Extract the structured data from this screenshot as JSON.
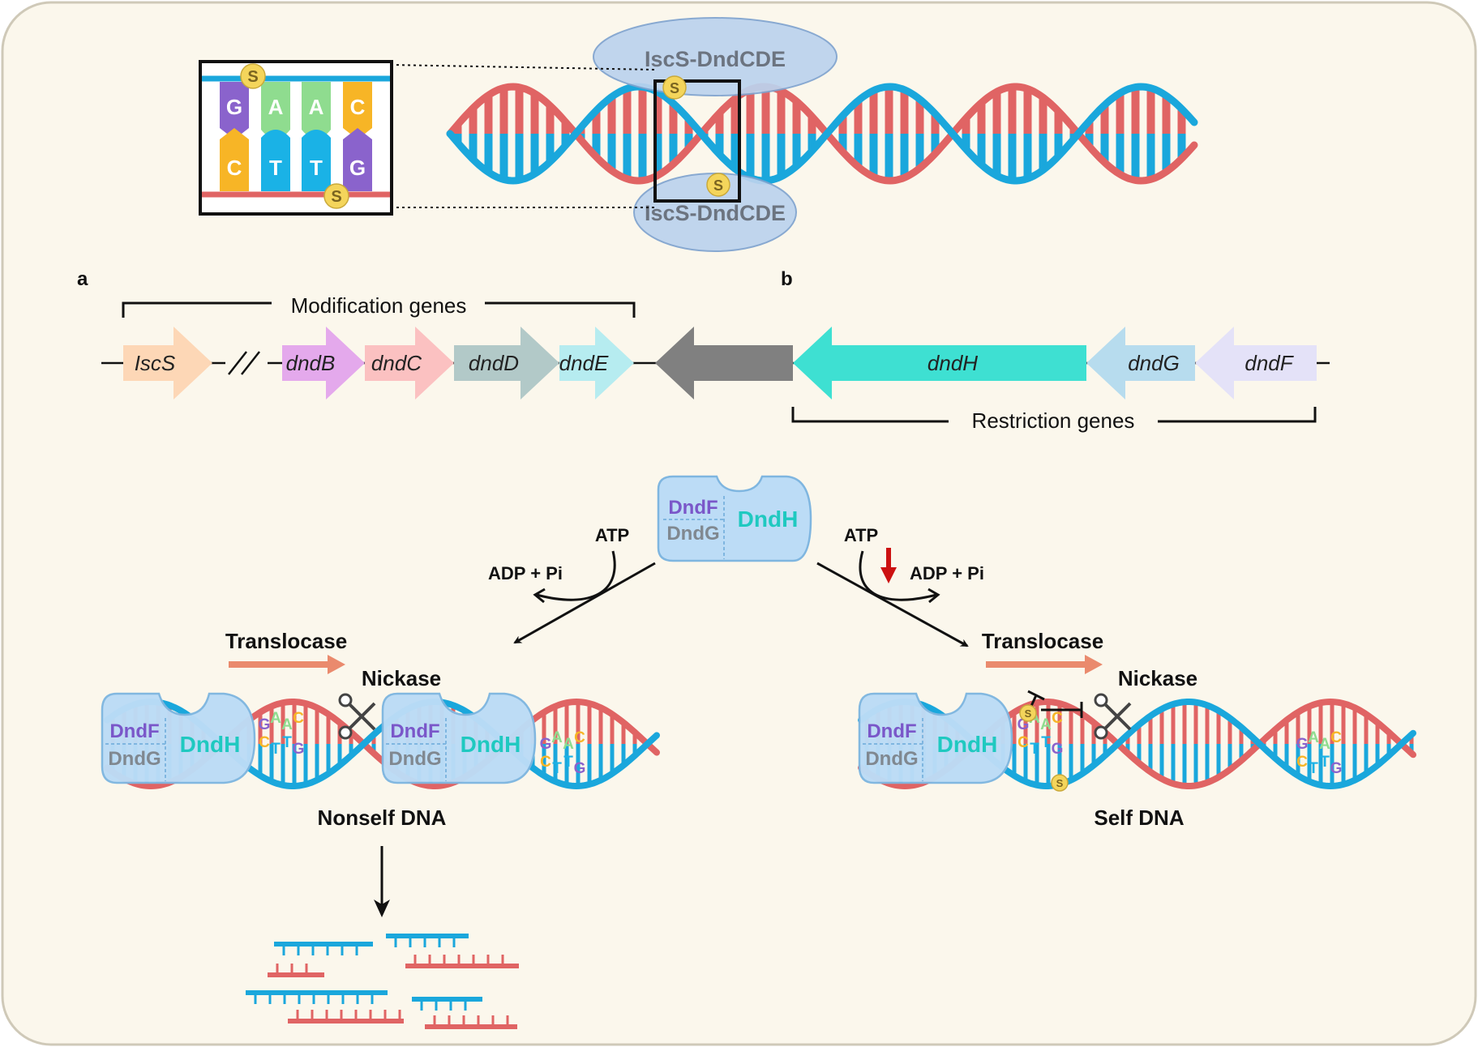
{
  "colors": {
    "background": "#fbf7ec",
    "border": "#cfc9b8",
    "strand_blue": "#1aa7dc",
    "strand_red": "#e06464",
    "sulfur": "#f4d55b",
    "protein": "#bcdcf6",
    "protein_border": "#7fb6e0",
    "dndF_text": "#7a57c9",
    "dndG_text": "#808890",
    "dndH_text": "#1fc9c0",
    "translocase_arrow": "#ea8a6d",
    "inhibit_arrow": "#cc1111",
    "base_G": "#8a63cc",
    "base_A": "#8fdc8f",
    "base_C": "#f7b526",
    "base_T": "#1ab2e6"
  },
  "panel_labels": {
    "a": "a",
    "b": "b"
  },
  "top_inset": {
    "bases_top": [
      "G",
      "A",
      "A",
      "C"
    ],
    "bases_bottom": [
      "C",
      "T",
      "T",
      "G"
    ],
    "sulfur": "S",
    "complex_label": "IscS-DndCDE"
  },
  "gene_map": {
    "modification_label": "Modification genes",
    "restriction_label": "Restriction genes",
    "genes": [
      {
        "name": "IscS",
        "color": "#fdd7b6"
      },
      {
        "name": "dndB",
        "color": "#e4a9ec"
      },
      {
        "name": "dndC",
        "color": "#fbc1c1"
      },
      {
        "name": "dndD",
        "color": "#b2c9c8"
      },
      {
        "name": "dndE",
        "color": "#b6ecf0"
      },
      {
        "name": "",
        "color": "#808080"
      },
      {
        "name": "dndH",
        "color": "#3ee0d2"
      },
      {
        "name": "dndG",
        "color": "#b7dcee"
      },
      {
        "name": "dndF",
        "color": "#e4e2f8"
      }
    ]
  },
  "mechanism": {
    "complex": {
      "dndF": "DndF",
      "dndG": "DndG",
      "dndH": "DndH"
    },
    "atp": "ATP",
    "adp": "ADP + Pi",
    "translocase": "Translocase",
    "nickase": "Nickase",
    "nonself_label": "Nonself DNA",
    "self_label": "Self DNA",
    "site_top": [
      "G",
      "A",
      "A",
      "C"
    ],
    "site_bottom": [
      "C",
      "T",
      "T",
      "G"
    ],
    "sulfur_small": "S"
  }
}
